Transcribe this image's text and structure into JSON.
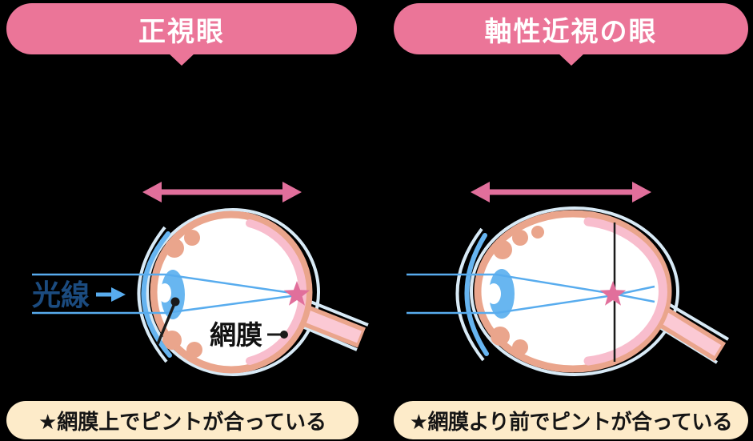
{
  "colors": {
    "bg_black": "#000000",
    "banner_pink": "#eb7598",
    "accent_pink": "#e16f9b",
    "cream": "#fdebc9",
    "halo_blue": "#d8eaf6",
    "sclera_salmon": "#eaa58c",
    "inner_pink": "#f8bdcd",
    "nerve_pink": "#fbc9d4",
    "cornea_blue": "#66b4f0",
    "lens_blue": "#68b6f0",
    "ray_blue": "#58acee",
    "label_navy": "#1b4b7f",
    "line_black": "#1a1a1a"
  },
  "left_panel": {
    "header": "正視眼",
    "caption": "★網膜上でピントが合っている",
    "light_ray_label": "光線",
    "retina_label": "網膜"
  },
  "right_panel": {
    "header": "軸性近視の眼",
    "caption": "★網膜より前でピントが合っている"
  }
}
